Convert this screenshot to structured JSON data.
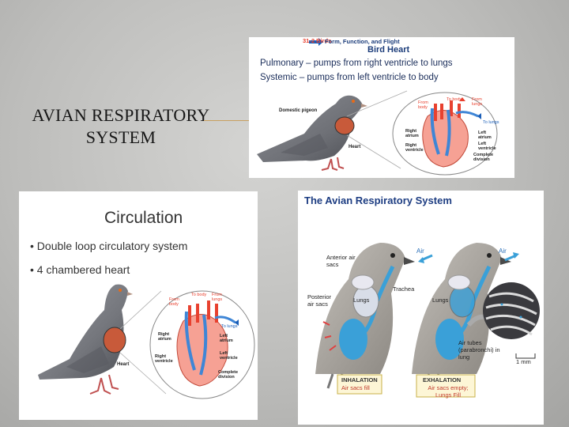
{
  "slide": {
    "title_line1": "AVIAN  RESPIRATORY",
    "title_line2": "SYSTEM"
  },
  "heart_panel": {
    "section": "31-2 Birds",
    "section_rest": "Form, Function, and Flight",
    "title": "Bird Heart",
    "line1": "Pulmonary – pumps from right ventricle to lungs",
    "line2": "Systemic – pumps from left ventricle to body",
    "bird_label": "Domestic pigeon",
    "heart_label": "Heart",
    "labels": {
      "from_body": "From body",
      "to_body": "To body",
      "from_lungs": "From lungs",
      "to_lungs": "To lungs",
      "right_atrium": "Right atrium",
      "right_ventricle": "Right ventricle",
      "left_atrium": "Left atrium",
      "left_ventricle": "Left ventricle",
      "complete_division": "Complete division"
    },
    "colors": {
      "red": "#e8412f",
      "blue": "#3f86d6",
      "accent": "#1a5eb8"
    }
  },
  "circulation_panel": {
    "title": "Circulation",
    "bullets": [
      "Double loop circulatory system",
      "4 chambered heart"
    ]
  },
  "respiratory_panel": {
    "title": "The Avian Respiratory System",
    "anterior": "Anterior air sacs",
    "posterior": "Posterior air sacs",
    "trachea": "Trachea",
    "lungs": "Lungs",
    "air": "Air",
    "air_tubes": "Air tubes (parabronchi) in lung",
    "scale": "1 mm",
    "inhalation_title": "INHALATION",
    "inhalation_sub": "Air sacs fill",
    "exhalation_title": "EXHALATION",
    "exhalation_sub": "Air sacs empty; Lungs Fill"
  }
}
